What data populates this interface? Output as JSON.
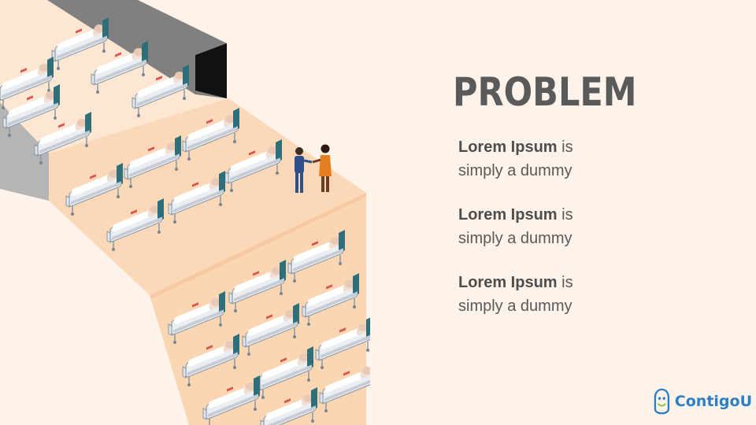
{
  "slide": {
    "title": "PROBLEM",
    "points": [
      {
        "bold": "Lorem Ipsum",
        "rest": " is",
        "line2": "simply a dummy"
      },
      {
        "bold": "Lorem Ipsum",
        "rest": " is",
        "line2": "simply a dummy"
      },
      {
        "bold": "Lorem Ipsum",
        "rest": " is",
        "line2": "simply a dummy"
      }
    ]
  },
  "logo": {
    "text": "ContigoU",
    "icon": "smiley-tag-icon"
  },
  "colors": {
    "background": "#fdf3ea",
    "floor": "#fbd9b8",
    "wall_gray": "#bdbdbd",
    "wall_dark": "#808080",
    "brand_blue": "#2b7fc2",
    "title_gray": "#5a5a5a"
  }
}
